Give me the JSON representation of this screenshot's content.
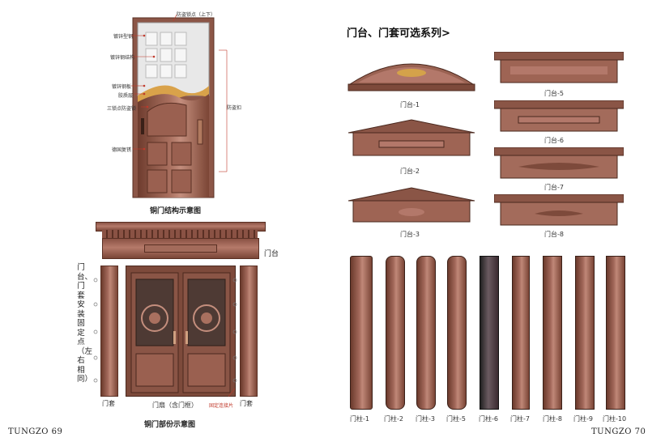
{
  "left_page": {
    "structure_diagram": {
      "callouts_left": [
        "镀锌型钢",
        "镀锌钢结构",
        "镀锌钢板",
        "胶质层",
        "三锁点防盗锁",
        "德国复锈"
      ],
      "callout_top": "防盗锁点（上下）",
      "callout_right": "防盗扣",
      "caption": "铜门结构示意图"
    },
    "installation_diagram": {
      "side_label": "门台、门套安装固定点（左右相同）",
      "label_menta": "门台",
      "label_mentao_left": "门套",
      "label_mentao_right": "门套",
      "label_menshan": "门扇（含门框）",
      "label_fixing": "固定连接片",
      "caption": "铜门部份示意图"
    },
    "footer": "TUNGZO 69"
  },
  "right_page": {
    "title": "门台、门套可选系列>",
    "door_tops": [
      "门台-1",
      "门台-2",
      "门台-3",
      "门台-5",
      "门台-6",
      "门台-7",
      "门台-8"
    ],
    "columns": [
      "门柱-1",
      "门柱-2",
      "门柱-3",
      "门柱-5",
      "门柱-6",
      "门柱-7",
      "门柱-8",
      "门柱-9",
      "门柱-10"
    ],
    "footer": "TUNGZO 70"
  },
  "colors": {
    "bronze_dark": "#6b3a2c",
    "bronze_light": "#c08878",
    "accent_red": "#c0392b",
    "gold": "#d4a24a"
  }
}
